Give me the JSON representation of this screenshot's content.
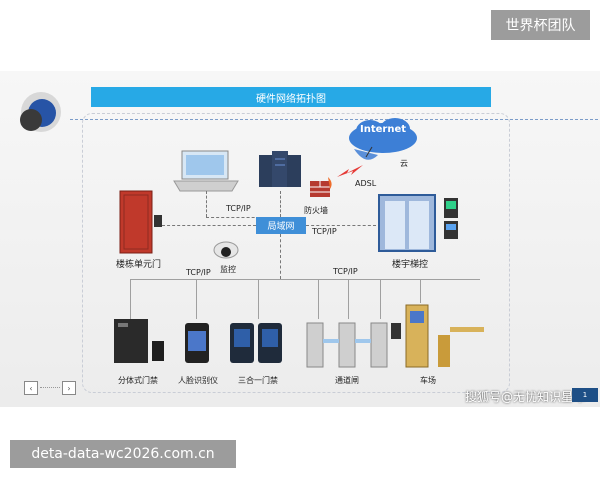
{
  "badge_top": "世界杯团队",
  "badge_bottom": "deta-data-wc2026.com.cn",
  "sohu_text": "搜狐号@无忧知识星球",
  "sohu_badge": "1",
  "diagram": {
    "title": "硬件网络拓扑图",
    "internet": "Internet",
    "cloud": "云",
    "adsl": "ADSL",
    "firewall": "防火墙",
    "lan": "局域网",
    "tcpip": "TCP/IP",
    "monitor": "监控",
    "door_unit": "楼栋单元门",
    "elevator": "楼宇梯控",
    "split_access": "分体式门禁",
    "face": "人脸识别仪",
    "three_in_one": "三合一门禁",
    "gate": "通道闸",
    "parking": "车场"
  },
  "nav": {
    "prev": "‹",
    "next": "›"
  },
  "colors": {
    "accent": "#27a9e6",
    "lan_box": "#3f8fd8",
    "door": "#c0392b"
  }
}
